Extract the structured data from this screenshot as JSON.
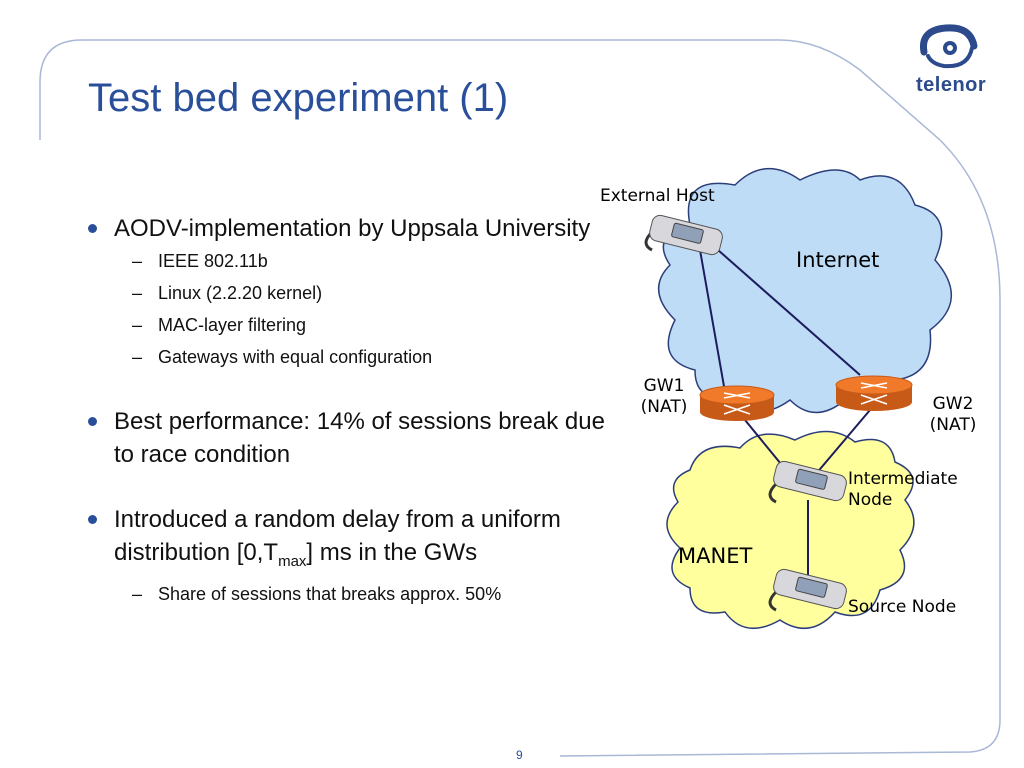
{
  "slide": {
    "title": "Test bed experiment (1)",
    "page_number": "9",
    "logo": "telenor"
  },
  "bullets": {
    "b1": {
      "text": "AODV-implementation by Uppsala University",
      "sub": [
        "IEEE 802.11b",
        "Linux (2.2.20 kernel)",
        "MAC-layer filtering",
        "Gateways with equal configuration"
      ]
    },
    "b2": {
      "text": "Best performance: 14% of sessions break due to race condition"
    },
    "b3": {
      "text_before": "Introduced a random delay from a uniform distribution [0,T",
      "subscript": "max",
      "text_after": "] ms in the GWs",
      "sub": [
        "Share of sessions that breaks approx. 50%"
      ]
    }
  },
  "diagram": {
    "external_host": "External Host",
    "internet": "Internet",
    "gw1_name": "GW1",
    "gw1_type": "(NAT)",
    "gw2_name": "GW2",
    "gw2_type": "(NAT)",
    "intermediate_1": "Intermediate",
    "intermediate_2": "Node",
    "manet": "MANET",
    "source_node": "Source Node"
  },
  "colors": {
    "title": "#2a4f9a",
    "frame": "#a9b8d6",
    "cloud_internet": "#bfdcf7",
    "cloud_manet": "#ffff9e",
    "router": "#f07a2a",
    "link": "#1c1c5e"
  }
}
